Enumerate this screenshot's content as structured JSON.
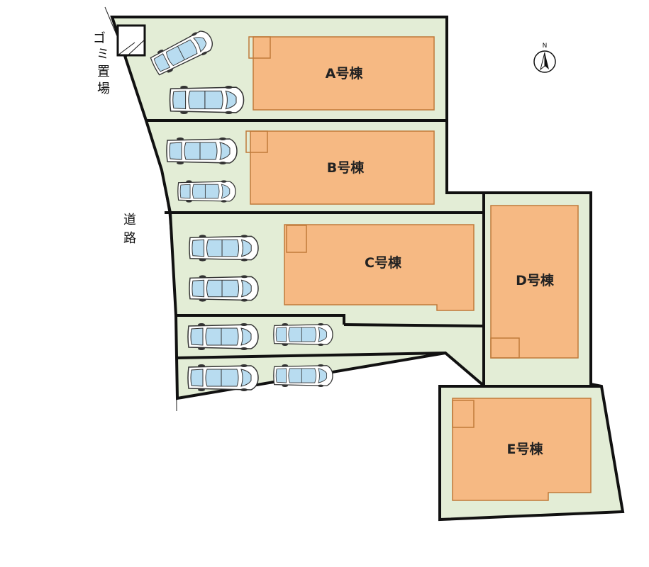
{
  "title": "",
  "buildings": [
    {
      "id": "A",
      "label": "A号棟"
    },
    {
      "id": "B",
      "label": "B号棟"
    },
    {
      "id": "C",
      "label": "C号棟"
    },
    {
      "id": "D",
      "label": "D号棟"
    },
    {
      "id": "E",
      "label": "E号棟"
    }
  ],
  "road": {
    "label_line1": "道",
    "label_line2": "路"
  },
  "garbage": {
    "line1": "ゴ",
    "line2": "ミ",
    "line3": "置",
    "line4": "場"
  },
  "compass": {
    "label": "N"
  },
  "colors": {
    "lot": "#e3edd6",
    "house": "#f6b983",
    "house_edge": "#c07a3a",
    "line": "#111111",
    "car_glass": "#b8dcf0"
  },
  "cars": [
    {
      "row": "A",
      "orientation": "angled"
    },
    {
      "row": "A",
      "orientation": "horizontal"
    },
    {
      "row": "B",
      "orientation": "horizontal"
    },
    {
      "row": "B",
      "orientation": "horizontal"
    },
    {
      "row": "C",
      "orientation": "horizontal"
    },
    {
      "row": "C",
      "orientation": "horizontal"
    },
    {
      "row": "D",
      "orientation": "horizontal"
    },
    {
      "row": "D",
      "orientation": "horizontal"
    },
    {
      "row": "E",
      "orientation": "horizontal"
    },
    {
      "row": "E",
      "orientation": "horizontal"
    }
  ]
}
